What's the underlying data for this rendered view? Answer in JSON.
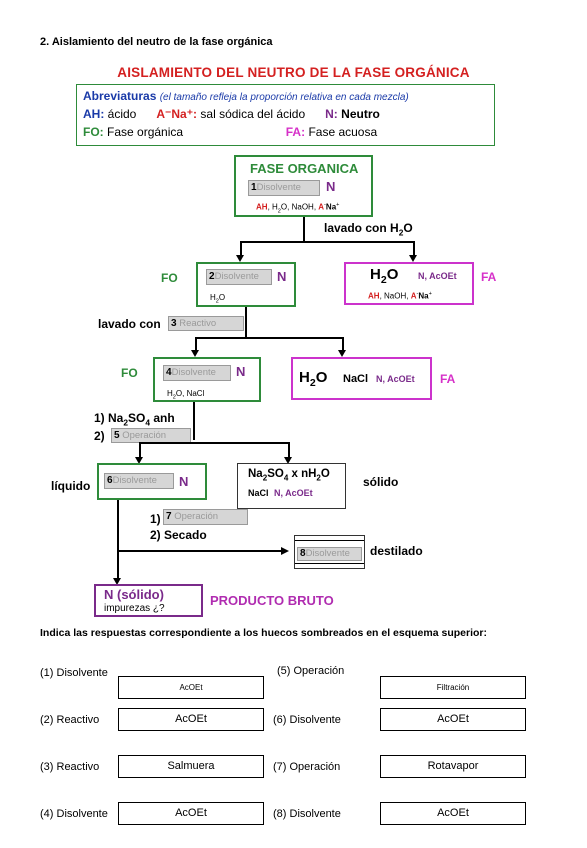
{
  "section_title": "2. Aislamiento del neutro de la fase orgánica",
  "main_title": "AISLAMIENTO DEL NEUTRO DE LA FASE ORGÁNICA",
  "abbreviations": {
    "heading": "Abreviaturas",
    "note": "(el tamaño refleja la proporción relativa en cada mezcla)",
    "ah_key": "AH:",
    "ah_val": "ácido",
    "ana_key": "A⁻Na⁺:",
    "ana_val": "sal sódica del ácido",
    "n_key": "N:",
    "n_val": "Neutro",
    "fo_key": "FO:",
    "fo_val": "Fase orgánica",
    "fa_key": "FA:",
    "fa_val": "Fase acuosa"
  },
  "diagram": {
    "fase_organica": "FASE ORGANICA",
    "slot1_num": "1",
    "slot1_text": "Disolvente",
    "n": "N",
    "box1_contents": "AH, H₂O, NaOH, A⁻Na⁺",
    "lavado_h2o": "lavado con H₂O",
    "fo": "FO",
    "fa": "FA",
    "slot2_num": "2",
    "slot2_text": "Disolvente",
    "box2_contents": "H₂O",
    "h2o": "H₂O",
    "fa1_n_acoet": "N, AcOEt",
    "fa1_contents": "AH, NaOH, A⁻Na⁺",
    "lavado_con": "lavado con",
    "slot3_num": "3",
    "slot3_text": "Reactivo",
    "slot4_num": "4",
    "slot4_text": "Disolvente",
    "box4_contents": "H₂O, NaCl",
    "fa2_nacl": "NaCl",
    "fa2_n_acoet": "N, AcOEt",
    "step1": "1) Na₂SO₄ anh",
    "step2_prefix": "2)",
    "slot5_num": "5",
    "slot5_text": "Operación",
    "liquido": "líquido",
    "slot6_num": "6",
    "slot6_text": "Disolvente",
    "solid_box_title": "Na₂SO₄ x nH₂O",
    "solid_box_nacl": "NaCl",
    "solid_box_n_acoet": "N, AcOEt",
    "solido": "sólido",
    "step7_prefix": "1)",
    "slot7_num": "7",
    "slot7_text": "Operación",
    "secado": "2) Secado",
    "slot8_num": "8",
    "slot8_text": "Disolvente",
    "destilado": "destilado",
    "product_n": "N (sólido)",
    "product_imp": "impurezas ¿?",
    "producto_bruto": "PRODUCTO BRUTO"
  },
  "instructions": "Indica las respuestas correspondiente a los huecos sombreados en el esquema superior:",
  "answers_left": [
    {
      "label": "(1) Disolvente",
      "value": "AcOEt",
      "small": true
    },
    {
      "label": "(2) Reactivo",
      "value": "AcOEt",
      "small": false
    },
    {
      "label": "(3) Reactivo",
      "value": "Salmuera",
      "small": false
    },
    {
      "label": "(4) Disolvente",
      "value": "AcOEt",
      "small": false
    }
  ],
  "answers_right": [
    {
      "label": "(5) Operación",
      "value": "Filtración",
      "small": true
    },
    {
      "label": "(6) Disolvente",
      "value": "AcOEt",
      "small": false
    },
    {
      "label": "(7) Operación",
      "value": "Rotavapor",
      "small": false
    },
    {
      "label": "(8) Disolvente",
      "value": "AcOEt",
      "small": false
    }
  ]
}
